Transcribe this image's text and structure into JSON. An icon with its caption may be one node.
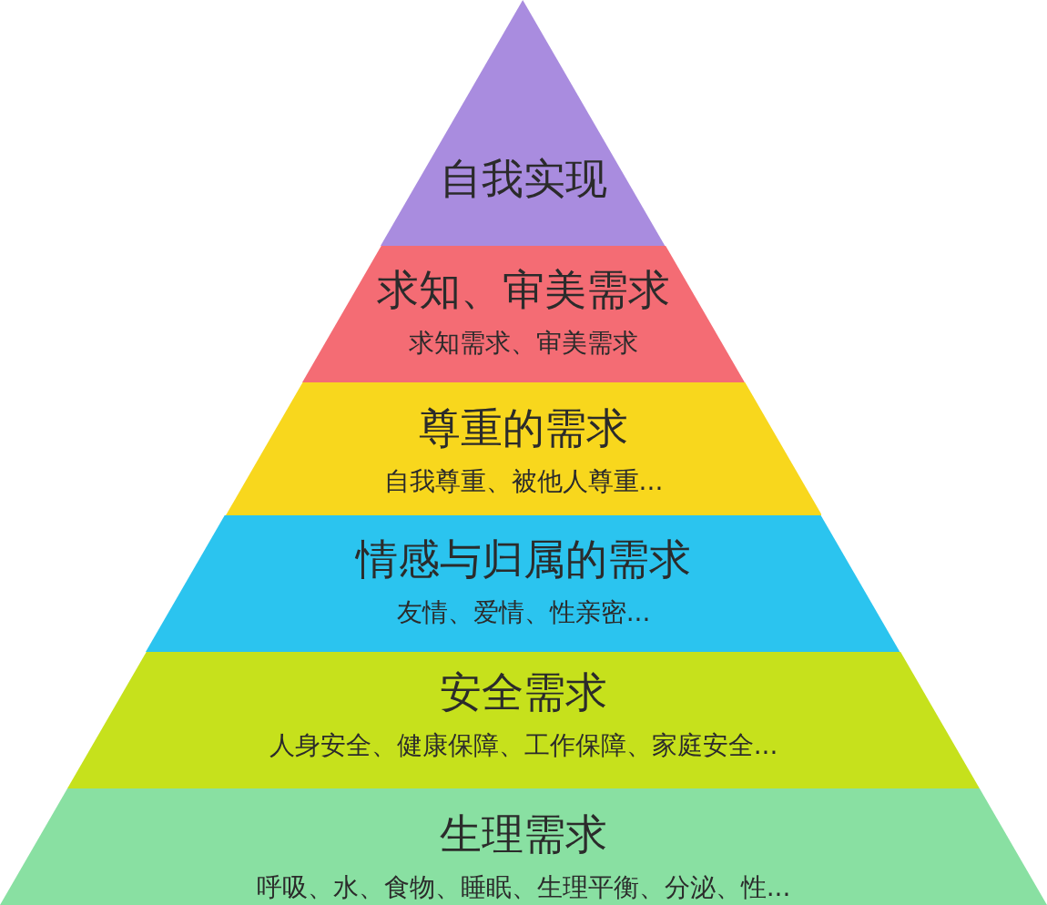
{
  "diagram": {
    "nodes": [
      {
        "text": [
          "自我实现"
        ]
      },
      {
        "text": [
          "求知、审美需求",
          "求知需求、审美需求"
        ]
      },
      {
        "text": [
          "尊重的需求",
          "自我尊重、被他人尊重..."
        ]
      },
      {
        "text": [
          "情感与归属的需求",
          "友情、爱情、性亲密..."
        ]
      },
      {
        "text": [
          "安全需求",
          "人身安全、健康保障、工作保障、家庭安全..."
        ]
      },
      {
        "text": [
          "生理需求",
          "呼吸、水、食物、睡眠、生理平衡、分泌、性..."
        ]
      }
    ],
    "edges": []
  }
}
